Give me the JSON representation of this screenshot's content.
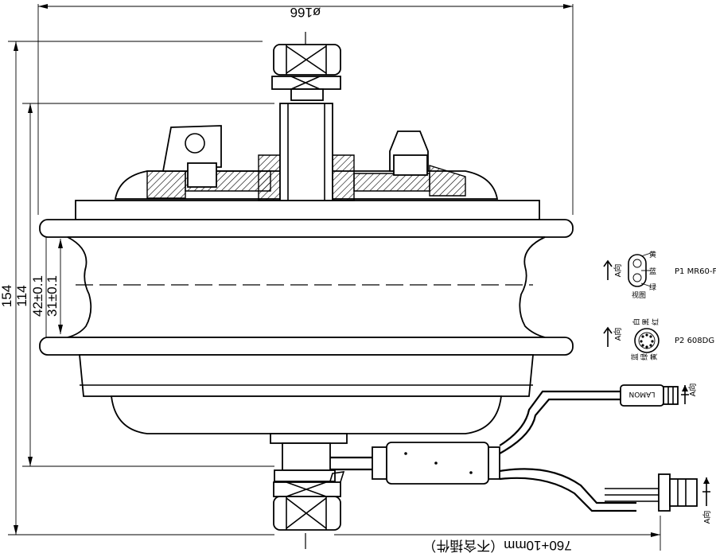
{
  "dimensions": {
    "outer_diameter": "ø166",
    "height_total": "154",
    "height_inner": "114",
    "offset_a": "42±0.1",
    "offset_b": "31±0.1",
    "cable_length": "760+10mm（不含插件）"
  },
  "connectors": {
    "p1": {
      "label": "P1 MR60-F",
      "direction": "A向",
      "view": "视图",
      "wires": [
        "黄",
        "蓝",
        "绿"
      ]
    },
    "p2": {
      "label": "P2 608DG",
      "direction": "A向",
      "wires_top": [
        "白",
        "黑",
        "红"
      ],
      "wires_bottom": [
        "蓝",
        "绿",
        "黄"
      ]
    }
  },
  "cable_labels": {
    "plug_brand": "LAMON",
    "direction_upper": "A向",
    "direction_lower": "A向"
  }
}
